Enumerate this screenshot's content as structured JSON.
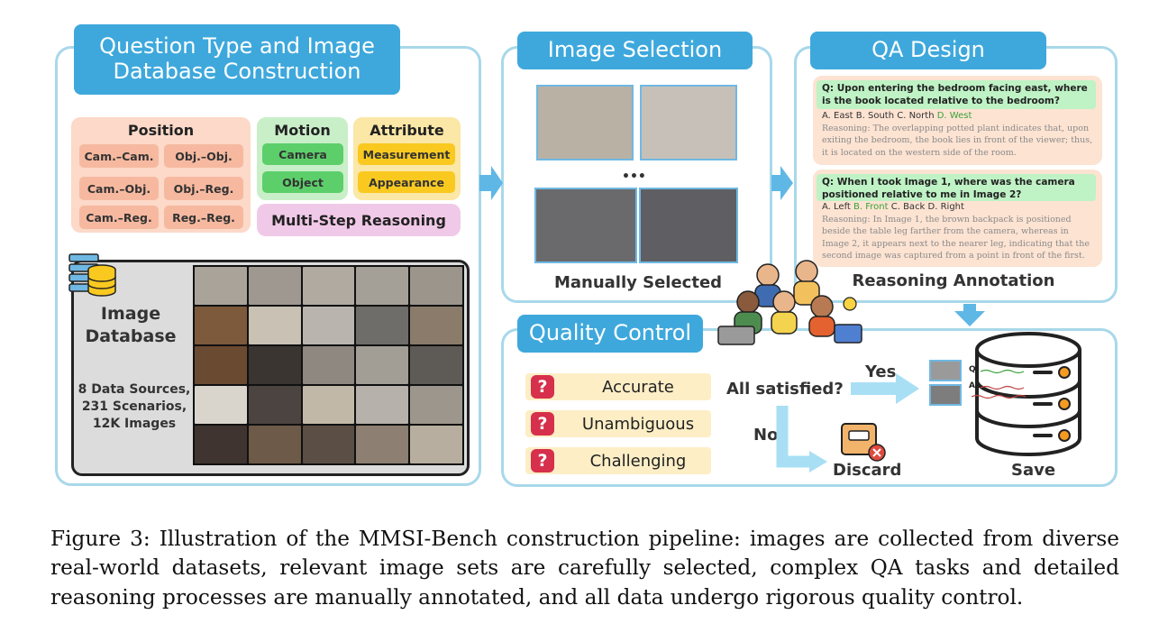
{
  "panels": {
    "construction": {
      "title": "Question Type and Image\nDatabase Construction"
    },
    "selection": {
      "title": "Image Selection",
      "label": "Manually Selected",
      "ellipsis": "•••"
    },
    "qa": {
      "title": "QA Design",
      "label": "Reasoning Annotation"
    },
    "quality": {
      "title": "Quality Control"
    }
  },
  "question_types": {
    "position": {
      "title": "Position",
      "items": [
        "Cam.–Cam.",
        "Obj.–Obj.",
        "Cam.–Obj.",
        "Obj.–Reg.",
        "Cam.–Reg.",
        "Reg.–Reg."
      ]
    },
    "motion": {
      "title": "Motion",
      "items": [
        "Camera",
        "Object"
      ]
    },
    "attribute": {
      "title": "Attribute",
      "items": [
        "Measurement",
        "Appearance"
      ]
    },
    "multistep": "Multi-Step Reasoning"
  },
  "image_database": {
    "title_line1": "Image",
    "title_line2": "Database",
    "stats": [
      "8 Data Sources,",
      "231 Scenarios,",
      "12K Images"
    ]
  },
  "qa_examples": [
    {
      "q_prefix": "Q:",
      "question": "Upon entering the bedroom facing east, where is the book located relative to the bedroom?",
      "options_plain": "A. East  B. South  C. North",
      "options_answer": "D. West",
      "reasoning": "Reasoning: The overlapping potted plant indicates that, upon exiting the bedroom, the book lies in front of the viewer; thus, it is located on the western side of the room."
    },
    {
      "q_prefix": "Q:",
      "question": "When I took Image 1, where was the camera positioned relative to me in Image 2?",
      "options_a": "A. Left",
      "options_answer": "B. Front",
      "options_rest": "C. Back   D. Right",
      "reasoning": "Reasoning: In Image 1, the brown backpack is positioned beside the table leg farther from the camera, whereas in Image 2, it appears next to the nearer leg, indicating that the second image was captured from a point in front of the first."
    }
  ],
  "quality_control": {
    "criteria": [
      "Accurate",
      "Unambiguous",
      "Challenging"
    ],
    "qmark": "?",
    "question": "All satisfied?",
    "yes": "Yes",
    "no": "No",
    "discard": "Discard",
    "save": "Save",
    "q_tag": "Q:",
    "a_tag": "A:"
  },
  "caption": "Figure 3: Illustration of the MMSI-Bench construction pipeline: images are collected from diverse real-world datasets, relevant image sets are carefully selected, complex QA tasks and detailed reasoning processes are manually annotated, and all data undergo rigorous quality control.",
  "colors": {
    "panel_border": "#a8d8ea",
    "title_blue": "#3ea8dc",
    "position_bg": "#fcd9c8",
    "position_chip": "#f6b9a0",
    "motion_bg": "#c9efc9",
    "motion_chip": "#5ccf6a",
    "attribute_bg": "#fbe7a6",
    "attribute_chip": "#f9c920",
    "multistep_bg": "#f1c9e8",
    "arrow": "#5fb7e5"
  }
}
